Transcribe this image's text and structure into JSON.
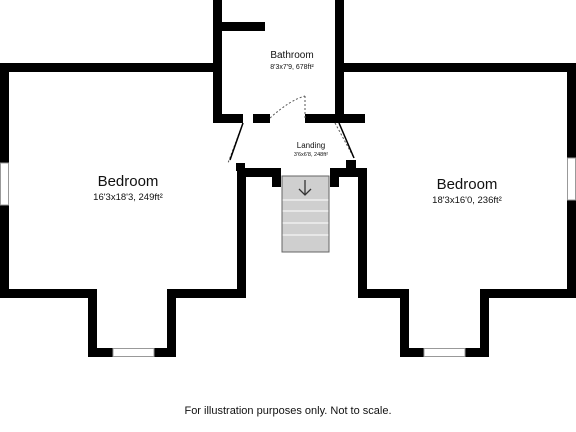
{
  "rooms": [
    {
      "name": "Bedroom",
      "dims": "16'3x18'3, 249ft²"
    },
    {
      "name": "Bathroom",
      "dims": "8'3x7'9, 678ft²"
    },
    {
      "name": "Landing",
      "dims": "3'6x6'8, 248ft²"
    },
    {
      "name": "Bedroom",
      "dims": "18'3x16'0, 236ft²"
    }
  ],
  "footer": "For illustration purposes only. Not to scale.",
  "colors": {
    "wall": "#000000",
    "stair": "#cfcfcf",
    "background": "#ffffff"
  },
  "icons": {
    "stair_direction": "down-arrow-icon"
  }
}
